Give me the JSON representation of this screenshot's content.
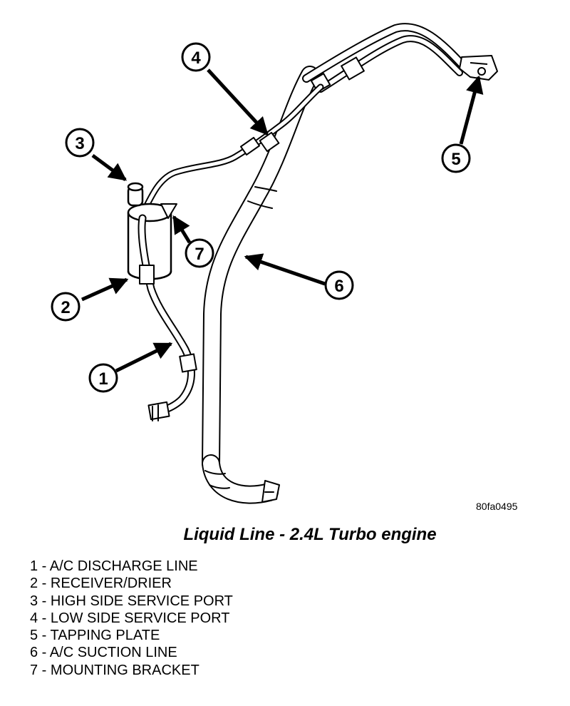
{
  "figure_id": "80fa0495",
  "caption": "Liquid Line - 2.4L Turbo engine",
  "callouts": [
    "1",
    "2",
    "3",
    "4",
    "5",
    "6",
    "7"
  ],
  "legend": [
    {
      "num": "1",
      "sep": " - ",
      "text": "A/C DISCHARGE LINE"
    },
    {
      "num": "2",
      "sep": " - ",
      "text": "RECEIVER/DRIER"
    },
    {
      "num": "3",
      "sep": " - ",
      "text": "HIGH SIDE SERVICE PORT"
    },
    {
      "num": "4",
      "sep": " - ",
      "text": "LOW SIDE SERVICE PORT"
    },
    {
      "num": "5",
      "sep": " - ",
      "text": "TAPPING PLATE"
    },
    {
      "num": "6",
      "sep": " - ",
      "text": "A/C SUCTION LINE"
    },
    {
      "num": "7",
      "sep": " - ",
      "text": "MOUNTING BRACKET"
    }
  ]
}
